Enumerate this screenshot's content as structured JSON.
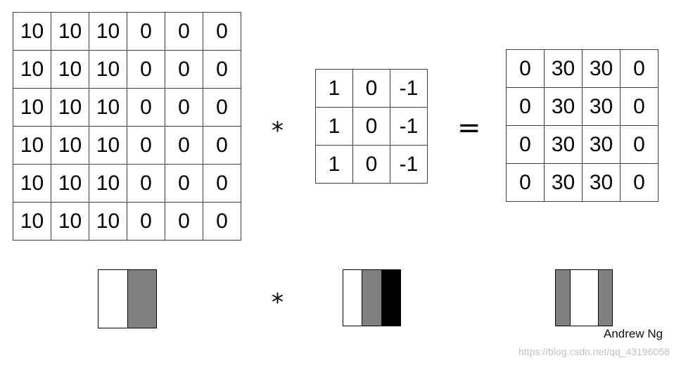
{
  "input_matrix": [
    [
      "10",
      "10",
      "10",
      "0",
      "0",
      "0"
    ],
    [
      "10",
      "10",
      "10",
      "0",
      "0",
      "0"
    ],
    [
      "10",
      "10",
      "10",
      "0",
      "0",
      "0"
    ],
    [
      "10",
      "10",
      "10",
      "0",
      "0",
      "0"
    ],
    [
      "10",
      "10",
      "10",
      "0",
      "0",
      "0"
    ],
    [
      "10",
      "10",
      "10",
      "0",
      "0",
      "0"
    ]
  ],
  "filter_matrix": [
    [
      "1",
      "0",
      "-1"
    ],
    [
      "1",
      "0",
      "-1"
    ],
    [
      "1",
      "0",
      "-1"
    ]
  ],
  "output_matrix": [
    [
      "0",
      "30",
      "30",
      "0"
    ],
    [
      "0",
      "30",
      "30",
      "0"
    ],
    [
      "0",
      "30",
      "30",
      "0"
    ],
    [
      "0",
      "30",
      "30",
      "0"
    ]
  ],
  "operators": {
    "convolve": "*",
    "equals": "="
  },
  "visual_bars": {
    "input": [
      {
        "color": "#ffffff",
        "share": 1
      },
      {
        "color": "#808080",
        "share": 1
      }
    ],
    "filter": [
      {
        "color": "#ffffff",
        "share": 1
      },
      {
        "color": "#808080",
        "share": 1
      },
      {
        "color": "#000000",
        "share": 1
      }
    ],
    "output": [
      {
        "color": "#808080",
        "share": 1
      },
      {
        "color": "#ffffff",
        "share": 2
      },
      {
        "color": "#808080",
        "share": 1
      }
    ]
  },
  "author": "Andrew Ng",
  "watermark": "https://blog.csdn.net/qq_43196058"
}
